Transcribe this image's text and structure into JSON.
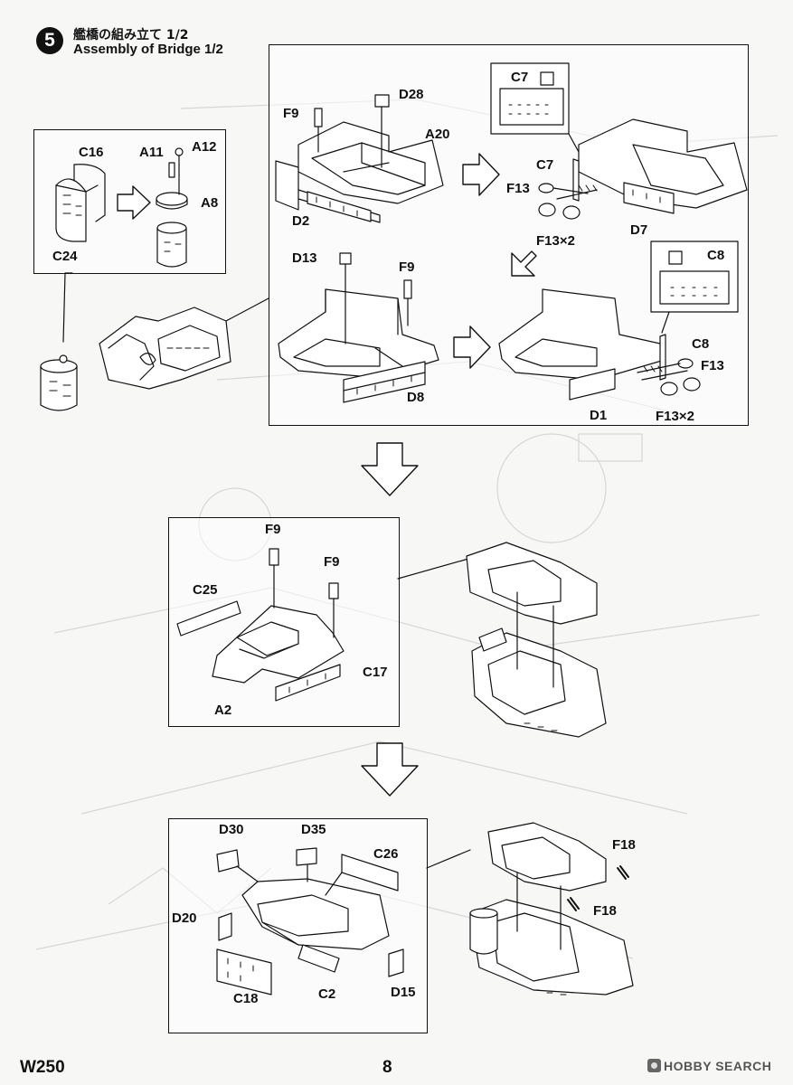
{
  "step": {
    "number": "5",
    "title_jp": "艦橋の組み立て 1/2",
    "title_en": "Assembly of Bridge 1/2"
  },
  "labels": {
    "c16": "C16",
    "a11": "A11",
    "a12": "A12",
    "a8": "A8",
    "c24": "C24",
    "f9": "F9",
    "d28": "D28",
    "a20": "A20",
    "d2": "D2",
    "c7_inset": "C7",
    "c7": "C7",
    "f13": "F13",
    "f13x2": "F13×2",
    "d7": "D7",
    "d13": "D13",
    "d8": "D8",
    "c8_inset": "C8",
    "c8": "C8",
    "d1": "D1",
    "c25": "C25",
    "c17": "C17",
    "a2": "A2",
    "d30": "D30",
    "d35": "D35",
    "c26": "C26",
    "d20": "D20",
    "c18": "C18",
    "c2": "C2",
    "d15": "D15",
    "f18": "F18"
  },
  "footer": {
    "code": "W250",
    "page": "8",
    "watermark": "HOBBY SEARCH"
  }
}
